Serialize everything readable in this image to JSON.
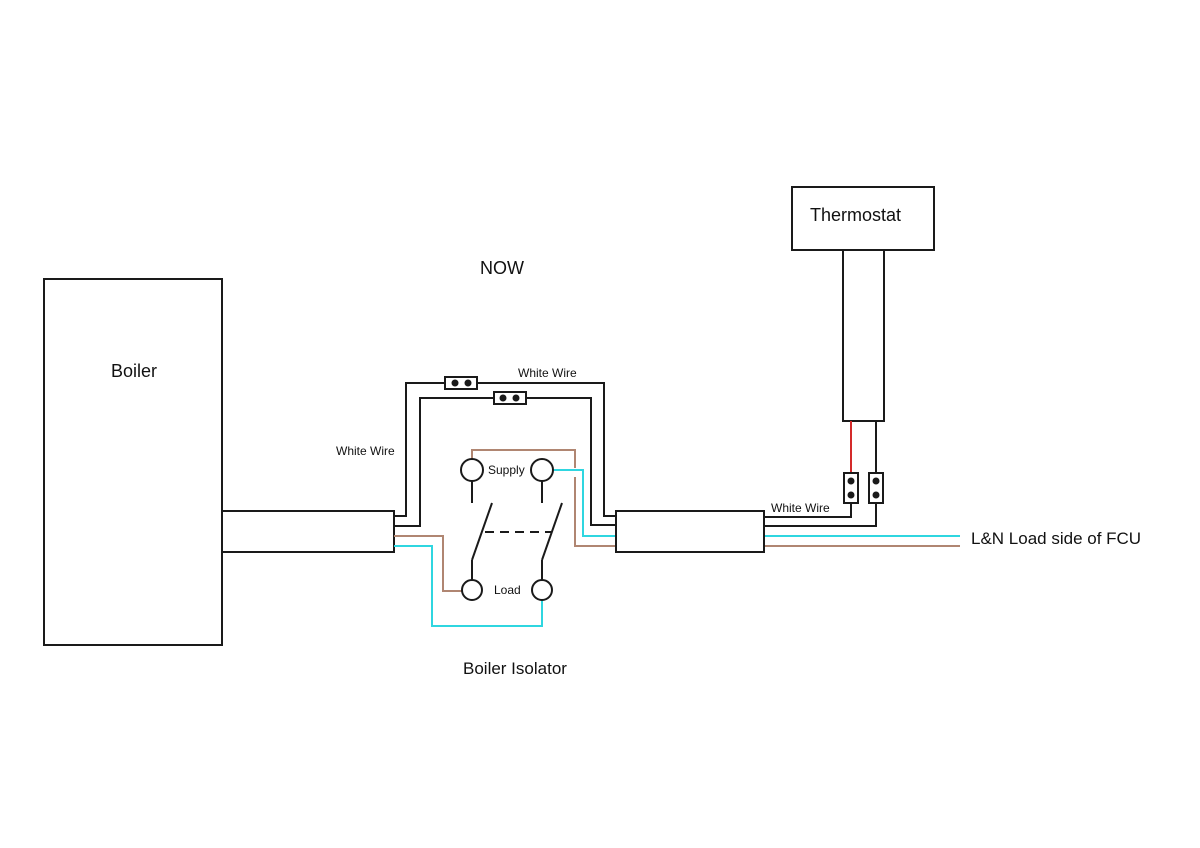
{
  "diagram": {
    "heading": "NOW",
    "colors": {
      "black_wire": "#1a1a1a",
      "brown_wire": "#b08672",
      "blue_wire": "#2fd6e0",
      "red_wire": "#d42a2a"
    },
    "components": {
      "boiler": "Boiler",
      "thermostat": "Thermostat",
      "isolator": "Boiler Isolator",
      "supply": "Supply",
      "load": "Load"
    },
    "labels": {
      "white_wire_left": "White Wire",
      "white_wire_top": "White Wire",
      "white_wire_right": "White Wire",
      "fcu": "L&N Load side of FCU"
    }
  }
}
